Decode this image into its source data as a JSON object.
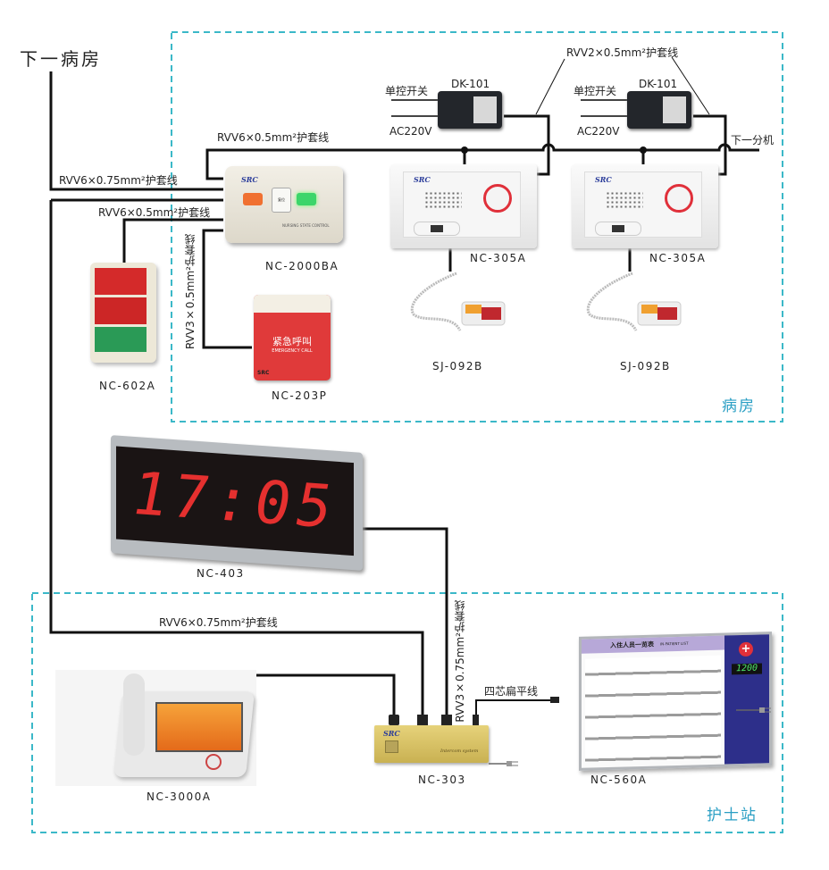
{
  "title_next_ward": "下一病房",
  "zones": {
    "ward": {
      "label": "病房",
      "color": "#2b9fc4"
    },
    "nurse_station": {
      "label": "护士站",
      "color": "#2b9fc4"
    }
  },
  "cables": {
    "rvv6_075_top": "RVV6×0.75mm²护套线",
    "rvv6_05_left": "RVV6×0.5mm²护套线",
    "rvv6_05_top": "RVV6×0.5mm²护套线",
    "rvv3_05": "RVV3×0.5mm²护套线",
    "rvv2_05": "RVV2×0.5mm²护套线",
    "rvv6_075_bottom": "RVV6×0.75mm²护套线",
    "rvv3_075": "RVV3×0.75mm²护套线",
    "flat4": "四芯扁平线",
    "next_extension": "下一分机"
  },
  "power": {
    "switch_label": "单控开关",
    "ac_label": "AC220V",
    "adapter_model": "DK-101"
  },
  "devices": {
    "nc2000ba": {
      "model": "NC-2000BA",
      "brand": "SRC",
      "sub": "NURSING STATE CONTROL",
      "btn_mid": "复位"
    },
    "nc305a_1": {
      "model": "NC-305A",
      "brand": "SRC"
    },
    "nc305a_2": {
      "model": "NC-305A",
      "brand": "SRC"
    },
    "sj092b_1": {
      "model": "SJ-092B"
    },
    "sj092b_2": {
      "model": "SJ-092B"
    },
    "nc602a": {
      "model": "NC-602A"
    },
    "nc203p": {
      "model": "NC-203P",
      "brand": "SRC",
      "cn": "紧急呼叫",
      "en": "EMERGENCY CALL"
    },
    "nc403": {
      "model": "NC-403",
      "display": "17:05"
    },
    "nc3000a": {
      "model": "NC-3000A"
    },
    "nc303": {
      "model": "NC-303",
      "brand": "SRC",
      "script": "Intercom system"
    },
    "nc560a": {
      "model": "NC-560A",
      "header_cn": "入住人员一览表",
      "header_en": "IN-PATIENT LIST",
      "clock": "1200"
    }
  }
}
